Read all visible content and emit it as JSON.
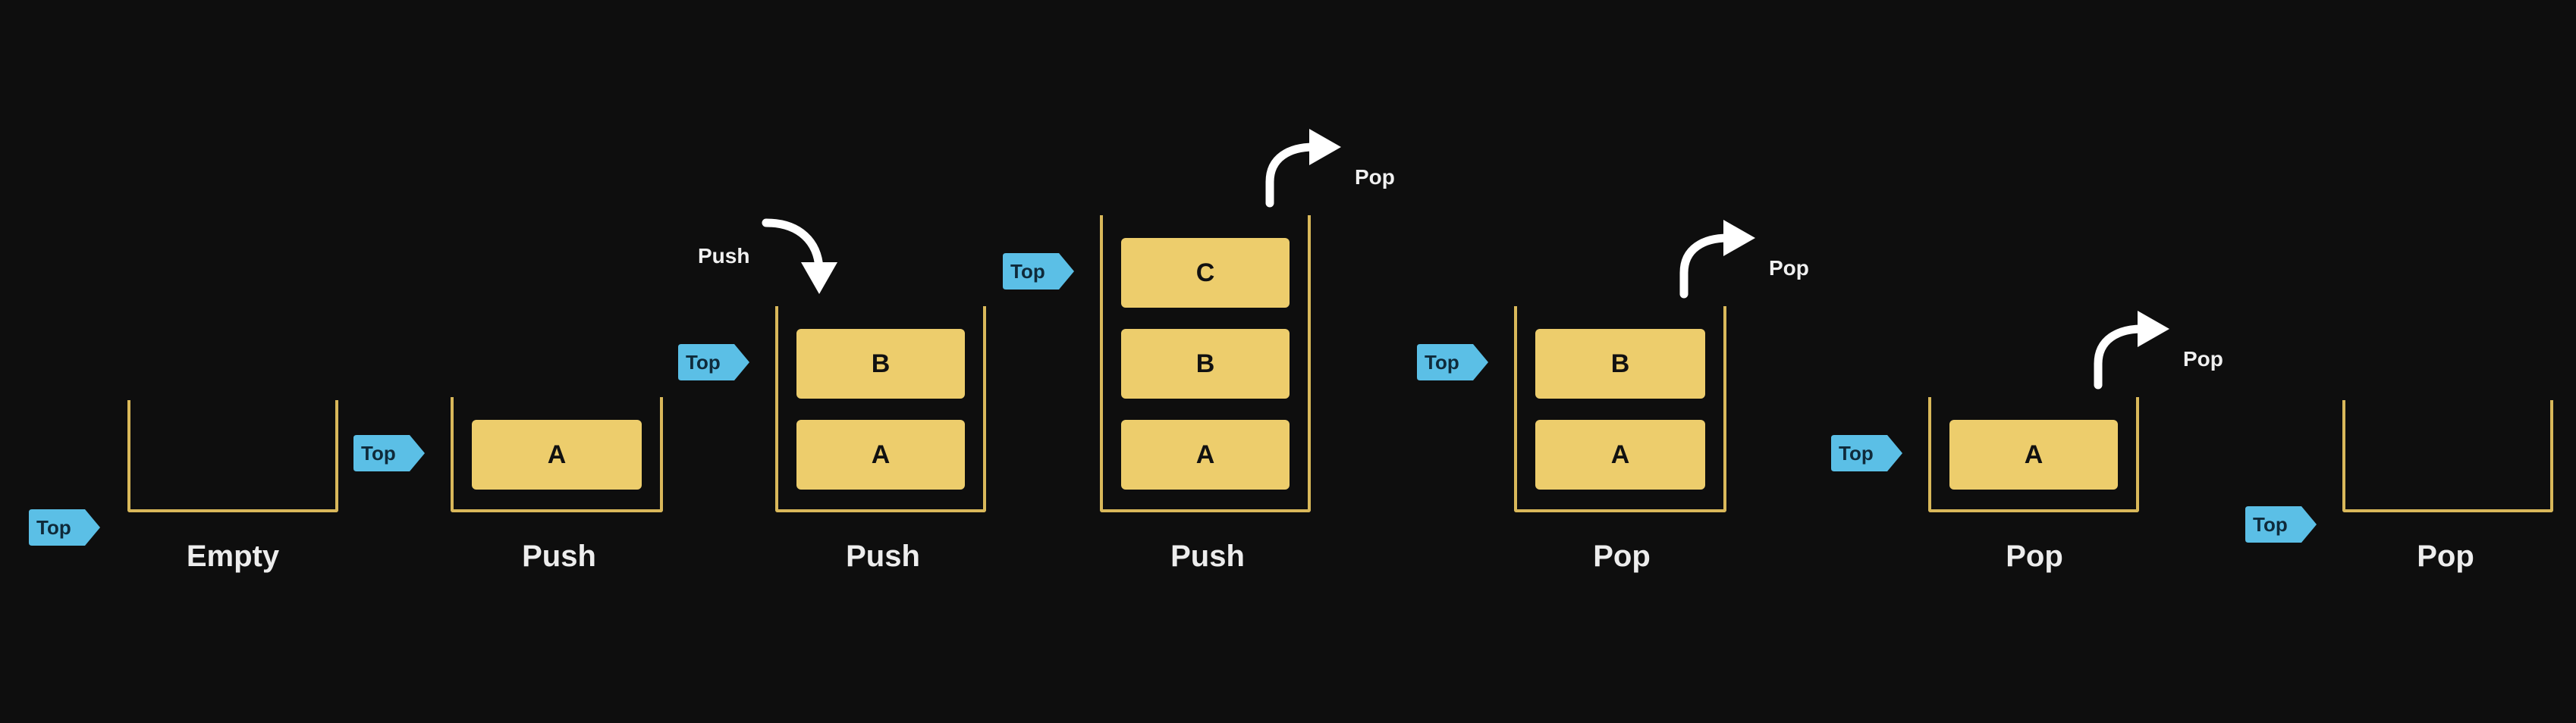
{
  "top_label": "Top",
  "states": [
    {
      "caption": "Empty",
      "blocks": []
    },
    {
      "caption": "Push",
      "blocks": [
        "A"
      ]
    },
    {
      "caption": "Push",
      "blocks": [
        "A",
        "B"
      ],
      "operation": "Push"
    },
    {
      "caption": "Push",
      "blocks": [
        "A",
        "B",
        "C"
      ],
      "operation": "Pop"
    },
    {
      "caption": "Pop",
      "blocks": [
        "A",
        "B"
      ],
      "operation": "Pop"
    },
    {
      "caption": "Pop",
      "blocks": [
        "A"
      ],
      "operation": "Pop"
    },
    {
      "caption": "Pop",
      "blocks": []
    }
  ],
  "colors": {
    "background": "#0e0e0e",
    "container_border": "#d9b85a",
    "block_fill": "#edcd6c",
    "top_tag_fill": "#5bbfe6",
    "text": "#ededed"
  },
  "icons": {
    "push_arrow": "curved-arrow-down-icon",
    "pop_arrow": "curved-arrow-up-right-icon",
    "top_tag": "tag-pointer-icon"
  }
}
